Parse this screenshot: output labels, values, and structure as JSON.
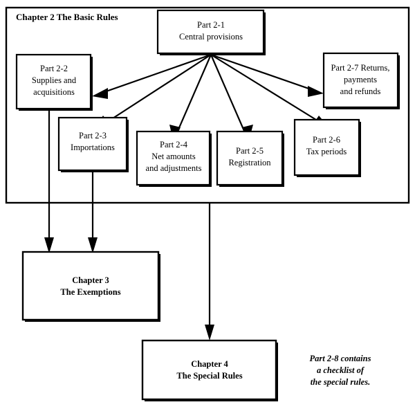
{
  "diagram": {
    "type": "flowchart",
    "title": "Chapter 2  The Basic Rules",
    "container": {
      "label": "Chapter 2  The Basic Rules"
    },
    "nodes": [
      {
        "id": "part-2-1",
        "lines": [
          "Part 2-1",
          "Central provisions"
        ],
        "bold": false
      },
      {
        "id": "part-2-2",
        "lines": [
          "Part 2-2",
          "Supplies and",
          "acquisitions"
        ],
        "bold": false
      },
      {
        "id": "part-2-3",
        "lines": [
          "Part 2-3",
          "Importations"
        ],
        "bold": false
      },
      {
        "id": "part-2-4",
        "lines": [
          "Part 2-4",
          "Net amounts",
          "and adjustments"
        ],
        "bold": false
      },
      {
        "id": "part-2-5",
        "lines": [
          "Part 2-5",
          "Registration"
        ],
        "bold": false
      },
      {
        "id": "part-2-6",
        "lines": [
          "Part 2-6",
          "Tax periods"
        ],
        "bold": false
      },
      {
        "id": "part-2-7",
        "lines": [
          "Part 2-7 Returns,",
          "payments",
          "and refunds"
        ],
        "bold": false
      },
      {
        "id": "chapter-3",
        "lines": [
          "Chapter 3",
          "The Exemptions"
        ],
        "bold": true
      },
      {
        "id": "chapter-4",
        "lines": [
          "Chapter 4",
          "The Special Rules"
        ],
        "bold": true
      }
    ],
    "note": {
      "lines": [
        "Part 2-8 contains",
        "a checklist of",
        "the special rules."
      ]
    },
    "edges": [
      {
        "from": "part-2-1",
        "to": "part-2-2"
      },
      {
        "from": "part-2-1",
        "to": "part-2-3"
      },
      {
        "from": "part-2-1",
        "to": "part-2-4"
      },
      {
        "from": "part-2-1",
        "to": "part-2-5"
      },
      {
        "from": "part-2-1",
        "to": "part-2-6"
      },
      {
        "from": "part-2-1",
        "to": "part-2-7"
      },
      {
        "from": "part-2-2",
        "to": "chapter-3"
      },
      {
        "from": "part-2-3",
        "to": "chapter-3"
      },
      {
        "from": "chapter-2",
        "to": "chapter-4"
      }
    ],
    "colors": {
      "stroke": "#000000",
      "fill": "#ffffff",
      "text": "#000000"
    }
  }
}
